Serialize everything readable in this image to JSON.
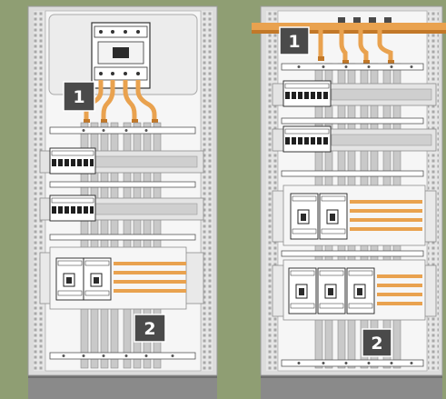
{
  "colors": {
    "background": "#8f9e73",
    "cabinet": "#f4f4f4",
    "frame": "#d8d8d8",
    "perforation": "#a8a8a8",
    "rail": "#c9c9c9",
    "busbar": "#e9a24f",
    "busbar_dark": "#c27828",
    "breaker": "#ffffff",
    "breaker_dark": "#2b2b2b",
    "plinth": "#8a8a8a",
    "badge": "#4a4a4a",
    "badge_text": "#ffffff"
  },
  "icons": [
    "cabinet-frame-icon",
    "busbar-icon",
    "circuit-breaker-icon",
    "din-rail-icon"
  ],
  "cabinets": [
    {
      "name": "left-cabinet",
      "labels": [
        {
          "text": "1",
          "name": "label-1-left"
        },
        {
          "text": "2",
          "name": "label-2-left"
        }
      ],
      "main_breaker": true,
      "din_rows": 2,
      "large_breaker_groups": [
        2
      ]
    },
    {
      "name": "right-cabinet",
      "labels": [
        {
          "text": "1",
          "name": "label-1-right"
        },
        {
          "text": "2",
          "name": "label-2-right"
        }
      ],
      "main_breaker": false,
      "din_rows": 2,
      "large_breaker_groups": [
        2,
        3
      ]
    }
  ]
}
